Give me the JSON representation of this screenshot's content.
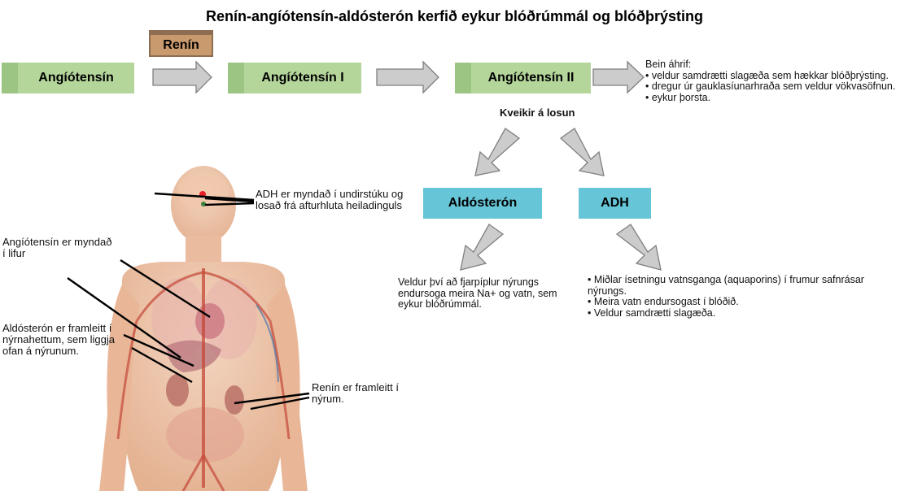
{
  "title": "Renín-angíótensín-aldósterón kerfið eykur blóðrúmmál og blóðþrýsting",
  "boxes": {
    "renin": "Renín",
    "angiotensin": "Angíótensín",
    "angiotensin1": "Angíótensín I",
    "angiotensin2": "Angíótensín II",
    "aldosteron": "Aldósterón",
    "adh": "ADH"
  },
  "effects": {
    "heading": "Bein áhrif:",
    "items": [
      "• veldur samdrætti slagæða sem hækkar blóðþrýsting.",
      "• dregur úr gauklasíunarhraða sem veldur vökvasöfnun.",
      "• eykur þorsta."
    ]
  },
  "triggers_label": "Kveikir á losun",
  "aldosteron_effect": {
    "lines": [
      "Veldur því að fjarpíplur nýrungs",
      "endursoga meira Na+ og vatn, sem",
      "eykur blóðrúmmál."
    ]
  },
  "adh_effect": {
    "lines": [
      "• Miðlar ísetningu vatnsganga (aquaporins) í frumur safnrásar",
      "nýrungs.",
      "• Meira vatn endursogast í blóðið.",
      "• Veldur samdrætti slagæða."
    ]
  },
  "labels": {
    "adh_origin": [
      "ADH er myndað í undirstúku og",
      "losað frá afturhluta heiladinguls"
    ],
    "angiotensin_origin": [
      "Angíótensín er myndað",
      "í lifur"
    ],
    "aldosteron_origin": [
      "Aldósterón er framleitt í",
      "nýrnahettum, sem liggja",
      "ofan á nýrunum."
    ],
    "renin_origin": [
      "Renín er framleitt í",
      "nýrum."
    ]
  },
  "colors": {
    "green": "#b4d69b",
    "renin": "#c99a6e",
    "cyan": "#66c5d7",
    "arrow": "#cccccc"
  }
}
